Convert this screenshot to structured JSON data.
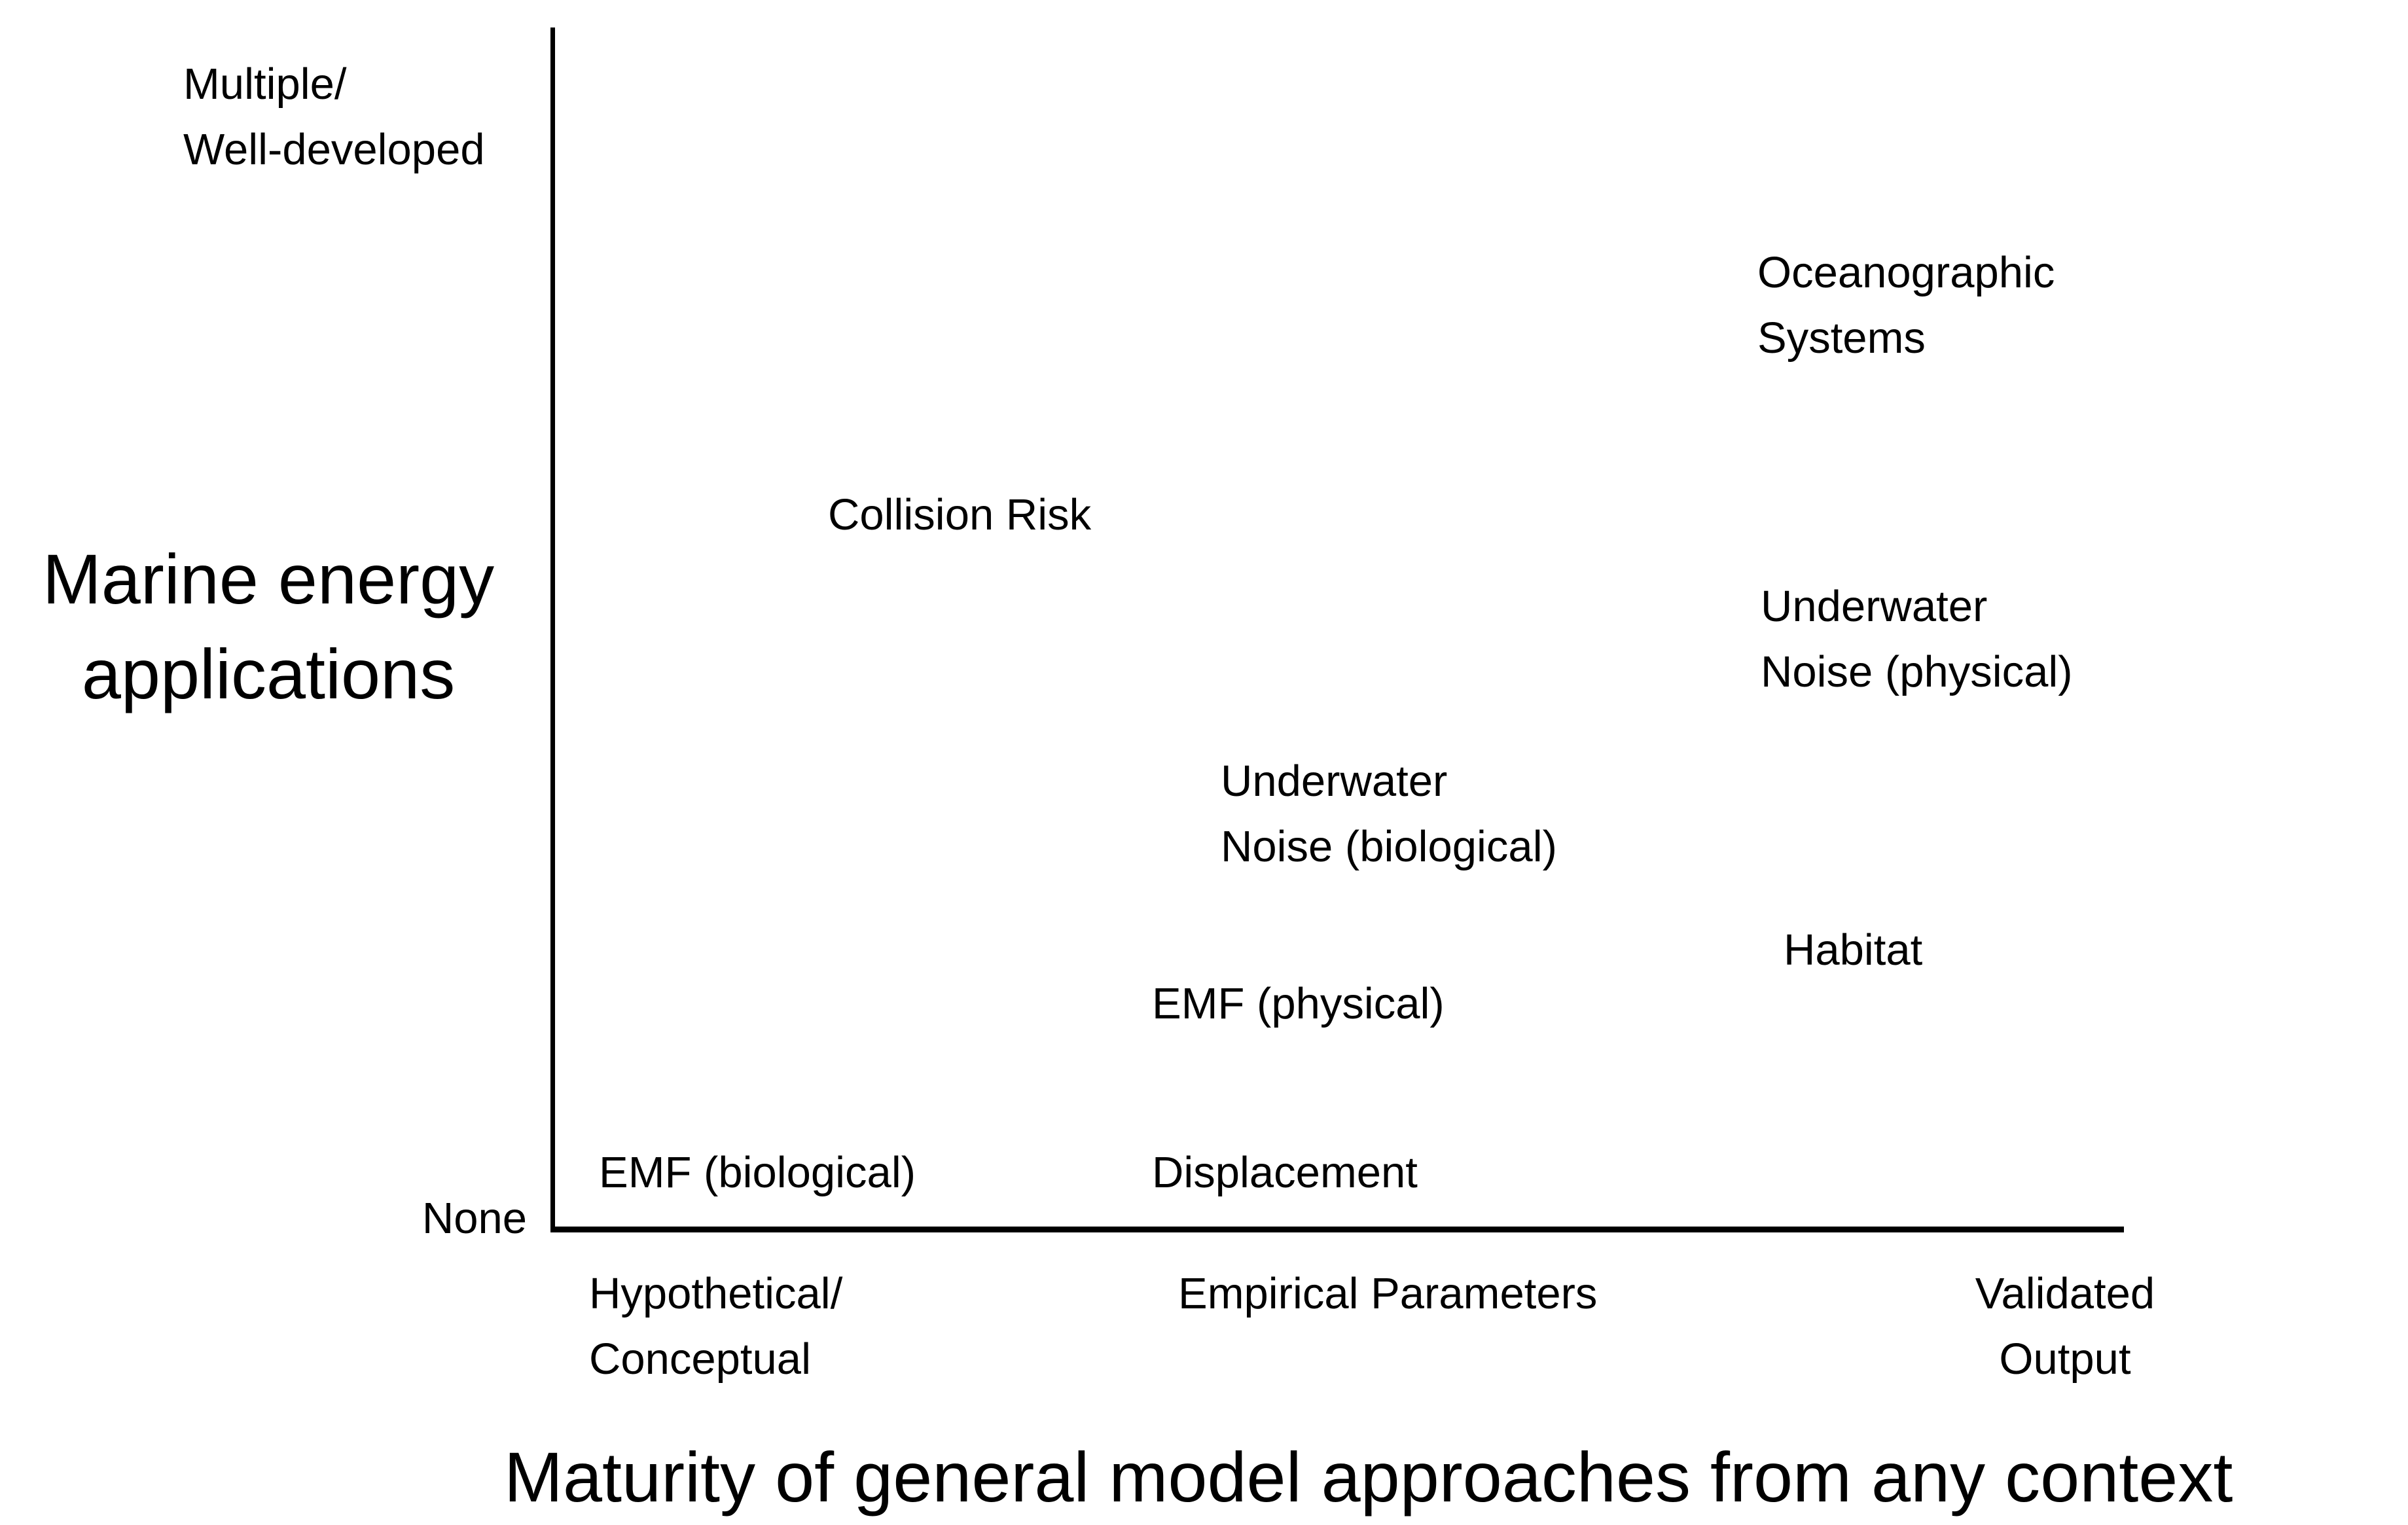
{
  "chart_data": {
    "type": "scatter",
    "title": "",
    "xlabel": "Maturity of general model approaches from any context",
    "ylabel": "Marine energy applications",
    "x_tick_labels": [
      "Hypothetical/ Conceptual",
      "Empirical Parameters",
      "Validated Output"
    ],
    "y_tick_labels_bottom_to_top": [
      "None",
      "Multiple/ Well-developed"
    ],
    "axes_note": "Qualitative axes with no numeric scale; labels are plotted as text points. x_frac/y_frac are fractions of plot area from bottom-left (0,0) to top-right (1,1).",
    "grid": false,
    "legend": "none",
    "axis_color": "#000000",
    "text_color": "#000000",
    "background_color": "#ffffff",
    "points": [
      {
        "label": "EMF (biological)",
        "x_frac": 0.14,
        "y_frac": 0.05
      },
      {
        "label": "Displacement",
        "x_frac": 0.46,
        "y_frac": 0.05
      },
      {
        "label": "EMF (physical)",
        "x_frac": 0.48,
        "y_frac": 0.19
      },
      {
        "label": "Underwater Noise (biological)",
        "x_frac": 0.54,
        "y_frac": 0.36
      },
      {
        "label": "Collision Risk",
        "x_frac": 0.27,
        "y_frac": 0.59
      },
      {
        "label": "Habitat",
        "x_frac": 0.83,
        "y_frac": 0.23
      },
      {
        "label": "Underwater Noise (physical)",
        "x_frac": 0.88,
        "y_frac": 0.5
      },
      {
        "label": "Oceanographic Systems",
        "x_frac": 0.86,
        "y_frac": 0.78
      }
    ]
  },
  "plot": {
    "y_axis_title": {
      "line1": "Marine energy",
      "line2": "applications"
    },
    "y_axis_max_label": {
      "line1": "Multiple/",
      "line2": "Well-developed"
    },
    "y_axis_min_label": "None",
    "x_axis_title": "Maturity of general model approaches from any context",
    "x_tick_1": {
      "line1": "Hypothetical/",
      "line2": "Conceptual"
    },
    "x_tick_2": "Empirical Parameters",
    "x_tick_3": {
      "line1": "Validated",
      "line2": "Output"
    },
    "points": {
      "oceanographic": {
        "line1": "Oceanographic",
        "line2": "Systems"
      },
      "collision": "Collision Risk",
      "uw_physical": {
        "line1": "Underwater",
        "line2": "Noise (physical)"
      },
      "uw_biological": {
        "line1": "Underwater",
        "line2": "Noise (biological)"
      },
      "habitat": "Habitat",
      "emf_physical": "EMF (physical)",
      "emf_biological": "EMF (biological)",
      "displacement": "Displacement"
    }
  }
}
